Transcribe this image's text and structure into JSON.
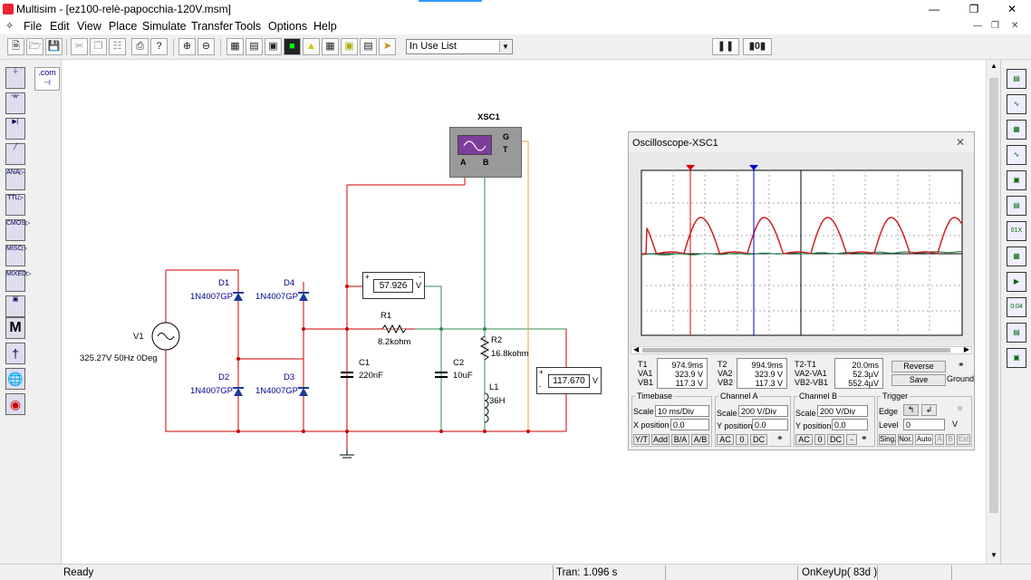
{
  "window": {
    "title": "Multisim - [ez100-relè-papocchia-120V.msm]"
  },
  "menu": [
    "File",
    "Edit",
    "View",
    "Place",
    "Simulate",
    "Transfer",
    "Tools",
    "Options",
    "Help"
  ],
  "toolbar": {
    "in_use_list": "In Use List"
  },
  "leftbar": {
    "com_label": ".com"
  },
  "schematic": {
    "scope_label": "XSC1",
    "scope_a": "A",
    "scope_b": "B",
    "scope_g": "G",
    "scope_t": "T",
    "v1_name": "V1",
    "v1_value": "325.27V 50Hz 0Deg",
    "d1": "D1",
    "d1_model": "1N4007GP",
    "d2": "D2",
    "d2_model": "1N4007GP",
    "d3": "D3",
    "d3_model": "1N4007GP",
    "d4": "D4",
    "d4_model": "1N4007GP",
    "r1": "R1",
    "r1_value": "8.2kohm",
    "c1": "C1",
    "c1_value": "220nF",
    "c2": "C2",
    "c2_value": "10uF",
    "r2": "R2",
    "r2_value": "16.8kohm",
    "l1": "L1",
    "l1_value": "36H",
    "meter1_value": "57.926",
    "meter1_unit": "V",
    "meter2_value": "117.670",
    "meter2_unit": "V"
  },
  "oscilloscope": {
    "title": "Oscilloscope-XSC1",
    "t1": "T1",
    "va1": "VA1",
    "vb1": "VB1",
    "t1_val": "974.9ms",
    "va1_val": "323.9 V",
    "vb1_val": "117.3 V",
    "t2": "T2",
    "va2": "VA2",
    "vb2": "VB2",
    "t2_val": "994.9ms",
    "va2_val": "323.9 V",
    "vb2_val": "117.3 V",
    "dt": "T2-T1",
    "dva": "VA2-VA1",
    "dvb": "VB2-VB1",
    "dt_val": "20.0ms",
    "dva_val": "52.3µV",
    "dvb_val": "552.4µV",
    "reverse": "Reverse",
    "save": "Save",
    "ground": "Ground",
    "timebase": {
      "title": "Timebase",
      "scale_label": "Scale",
      "scale": "10 ms/Div",
      "xpos_label": "X position",
      "xpos": "0.0",
      "modes": [
        "Y/T",
        "Add",
        "B/A",
        "A/B"
      ]
    },
    "channel_a": {
      "title": "Channel A",
      "scale_label": "Scale",
      "scale": "200 V/Div",
      "ypos_label": "Y position",
      "ypos": "0.0",
      "modes": [
        "AC",
        "0",
        "DC"
      ]
    },
    "channel_b": {
      "title": "Channel B",
      "scale_label": "Scale",
      "scale": "200 V/Div",
      "ypos_label": "Y position",
      "ypos": "0.0",
      "modes": [
        "AC",
        "0",
        "DC",
        "-"
      ]
    },
    "trigger": {
      "title": "Trigger",
      "edge_label": "Edge",
      "level_label": "Level",
      "level": "0",
      "level_unit": "V",
      "modes": [
        "Sing.",
        "Nor.",
        "Auto"
      ],
      "extra": [
        "A",
        "B",
        "Ext"
      ]
    }
  },
  "status": {
    "ready": "Ready",
    "tran": "Tran: 1.096 s",
    "key": "OnKeyUp( 83d )"
  },
  "colors": {
    "wire_red": "#cc0000",
    "wire_green": "#2e8b57",
    "wire_orange": "#f0a030",
    "trace_a": "#cc2222",
    "trace_b": "#2e8b57",
    "cursor1": "#dd0000",
    "cursor2": "#0000dd"
  }
}
